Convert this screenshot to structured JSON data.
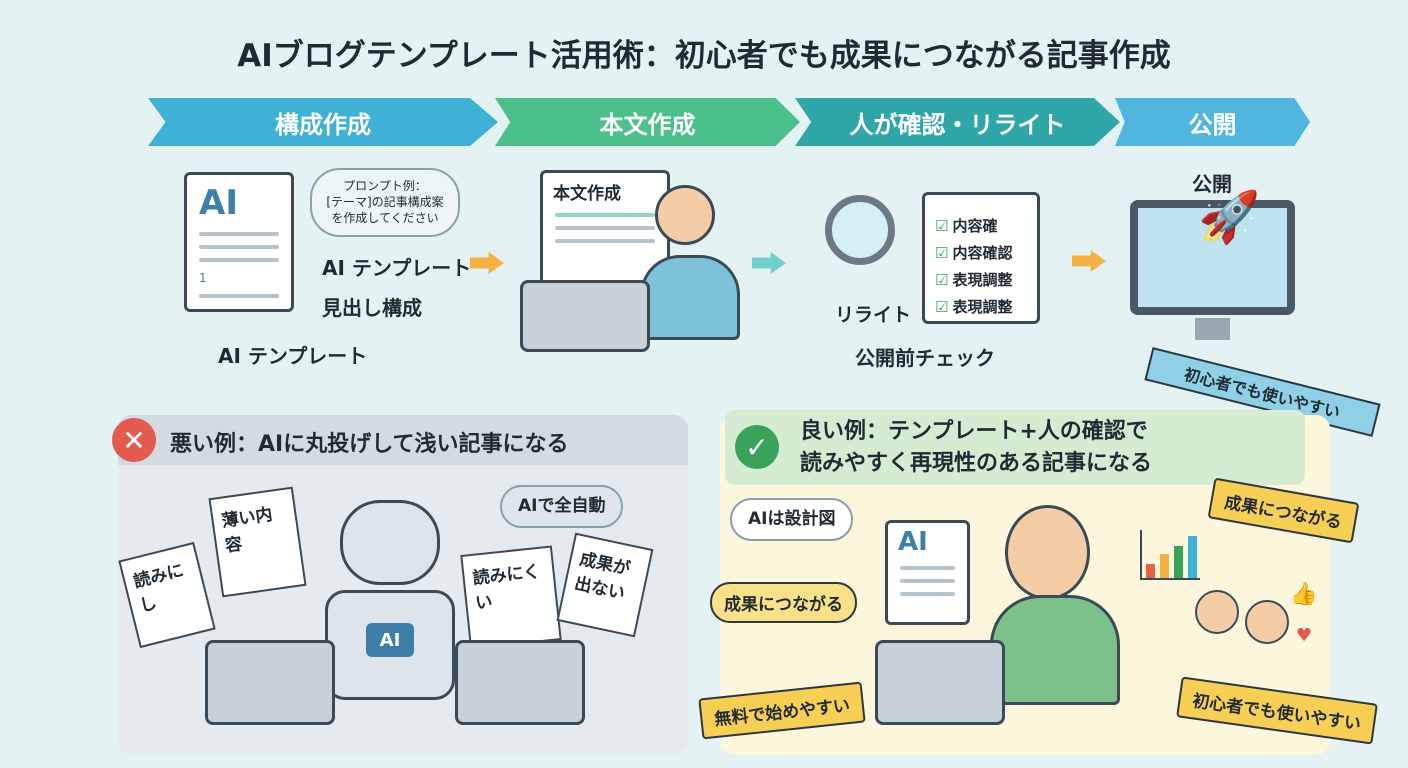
{
  "title": "AIブログテンプレート活用術：初心者でも成果につながる記事作成",
  "steps": [
    {
      "label": "構成作成",
      "color": "#3fb0d6"
    },
    {
      "label": "本文作成",
      "color": "#4cc08a"
    },
    {
      "label": "人が確認・リライト",
      "color": "#2fa7a9"
    },
    {
      "label": "公開",
      "color": "#4fb6e0"
    }
  ],
  "step1": {
    "doc_logo": "AI",
    "doc_number": "1",
    "prompt_title": "プロンプト例：",
    "prompt_line1": "[テーマ]の記事構成案",
    "prompt_line2": "を作成してください",
    "label1": "AI テンプレート",
    "label2": "見出し構成",
    "label3": "AI テンプレート"
  },
  "step2": {
    "doc_title": "本文作成"
  },
  "step3": {
    "checks": [
      "内容確",
      "内容確認",
      "表現調整",
      "表現調整"
    ],
    "rewrite": "リライト",
    "caption": "公開前チェック"
  },
  "step4": {
    "label": "公開",
    "ribbon": "初心者でも使いやすい"
  },
  "bad": {
    "heading": "悪い例：AIに丸投げして浅い記事になる",
    "bubble": "AIで全自動",
    "papers": [
      "読みにし",
      "薄い内容",
      "読みにくい",
      "成果が出ない"
    ],
    "robot_label": "AI"
  },
  "good": {
    "heading_line1": "良い例：テンプレート+人の確認で",
    "heading_line2": "読みやすく再現性のある記事になる",
    "bubble": "AIは設計図",
    "doc_logo": "AI",
    "tags": [
      "成果につながる",
      "成果につながる",
      "無料で始めやすい",
      "初心者でも使いやすい"
    ]
  },
  "colors": {
    "bad": "#e25b4e",
    "good": "#3aa35b"
  }
}
